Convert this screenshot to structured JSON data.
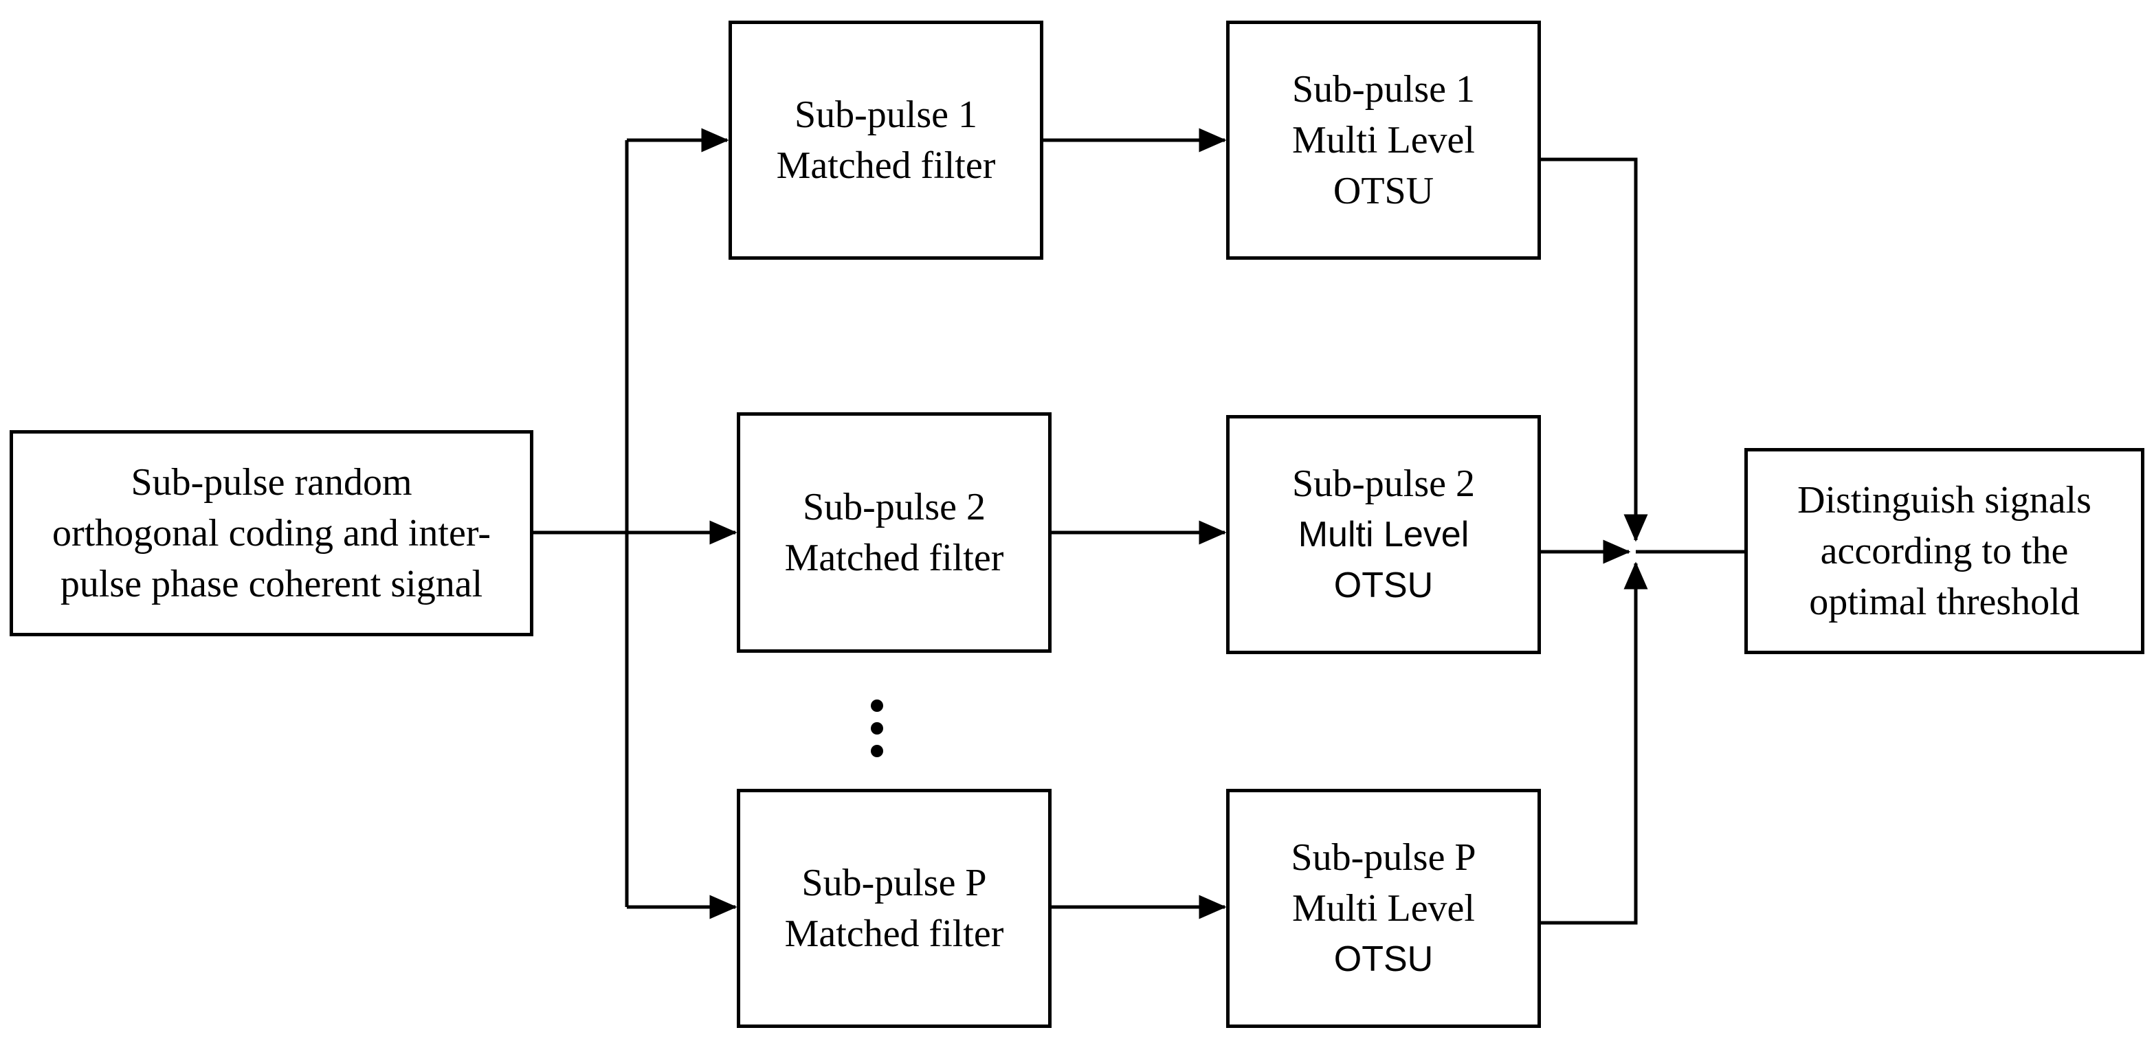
{
  "diagram": {
    "input": {
      "lines": [
        "Sub-pulse random",
        "orthogonal coding and inter-",
        "pulse phase coherent signal"
      ]
    },
    "matched_filters": [
      {
        "lines": [
          "Sub-pulse 1",
          "Matched filter"
        ]
      },
      {
        "lines": [
          "Sub-pulse 2",
          "Matched filter"
        ]
      },
      {
        "lines": [
          "Sub-pulse P",
          "Matched filter"
        ]
      }
    ],
    "otsu_blocks": [
      {
        "lines": [
          "Sub-pulse 1",
          "Multi Level",
          "OTSU"
        ]
      },
      {
        "lines": [
          "Sub-pulse 2",
          "Multi Level",
          "OTSU"
        ]
      },
      {
        "lines": [
          "Sub-pulse P",
          "Multi Level",
          "OTSU"
        ]
      }
    ],
    "output": {
      "lines": [
        "Distinguish signals",
        "according to the",
        "optimal threshold"
      ]
    },
    "ellipsis_dots": 3
  },
  "colors": {
    "stroke": "#000000",
    "background": "#ffffff"
  }
}
